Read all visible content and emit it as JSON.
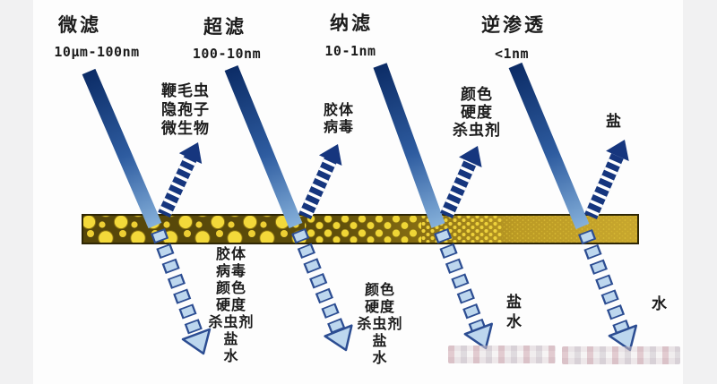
{
  "stages": [
    {
      "id": "microfiltration",
      "label": "微滤",
      "pore_range": "10μm-100nm",
      "rejected": "鞭毛虫\n隐孢子\n微生物",
      "passed": "胶体\n病毒\n颜色\n硬度\n杀虫剂\n盐\n水"
    },
    {
      "id": "ultrafiltration",
      "label": "超滤",
      "pore_range": "100-10nm",
      "rejected": "胶体\n病毒",
      "passed": "颜色\n硬度\n杀虫剂\n盐\n水"
    },
    {
      "id": "nanofiltration",
      "label": "纳滤",
      "pore_range": "10-1nm",
      "rejected": "颜色\n硬度\n杀虫剂",
      "passed": "盐\n水"
    },
    {
      "id": "reverse-osmosis",
      "label": "逆渗透",
      "pore_range": "<1nm",
      "rejected": "盐",
      "passed": "水"
    }
  ],
  "colors": {
    "arrow_dark_blue": "#16367e",
    "arrow_bar_top": "#0c2c66",
    "arrow_bar_mid": "#2e5ca0",
    "arrow_bar_bottom": "#85b0da",
    "dash_outline_blue": "#2c4d92",
    "dash_light_blue": "#bdd7ee",
    "membrane_dark_olive": "#55460a",
    "membrane_gold": "#c8a72e",
    "membrane_circle_yellow": "#f3d93a",
    "text_black": "#1c1c1c"
  }
}
